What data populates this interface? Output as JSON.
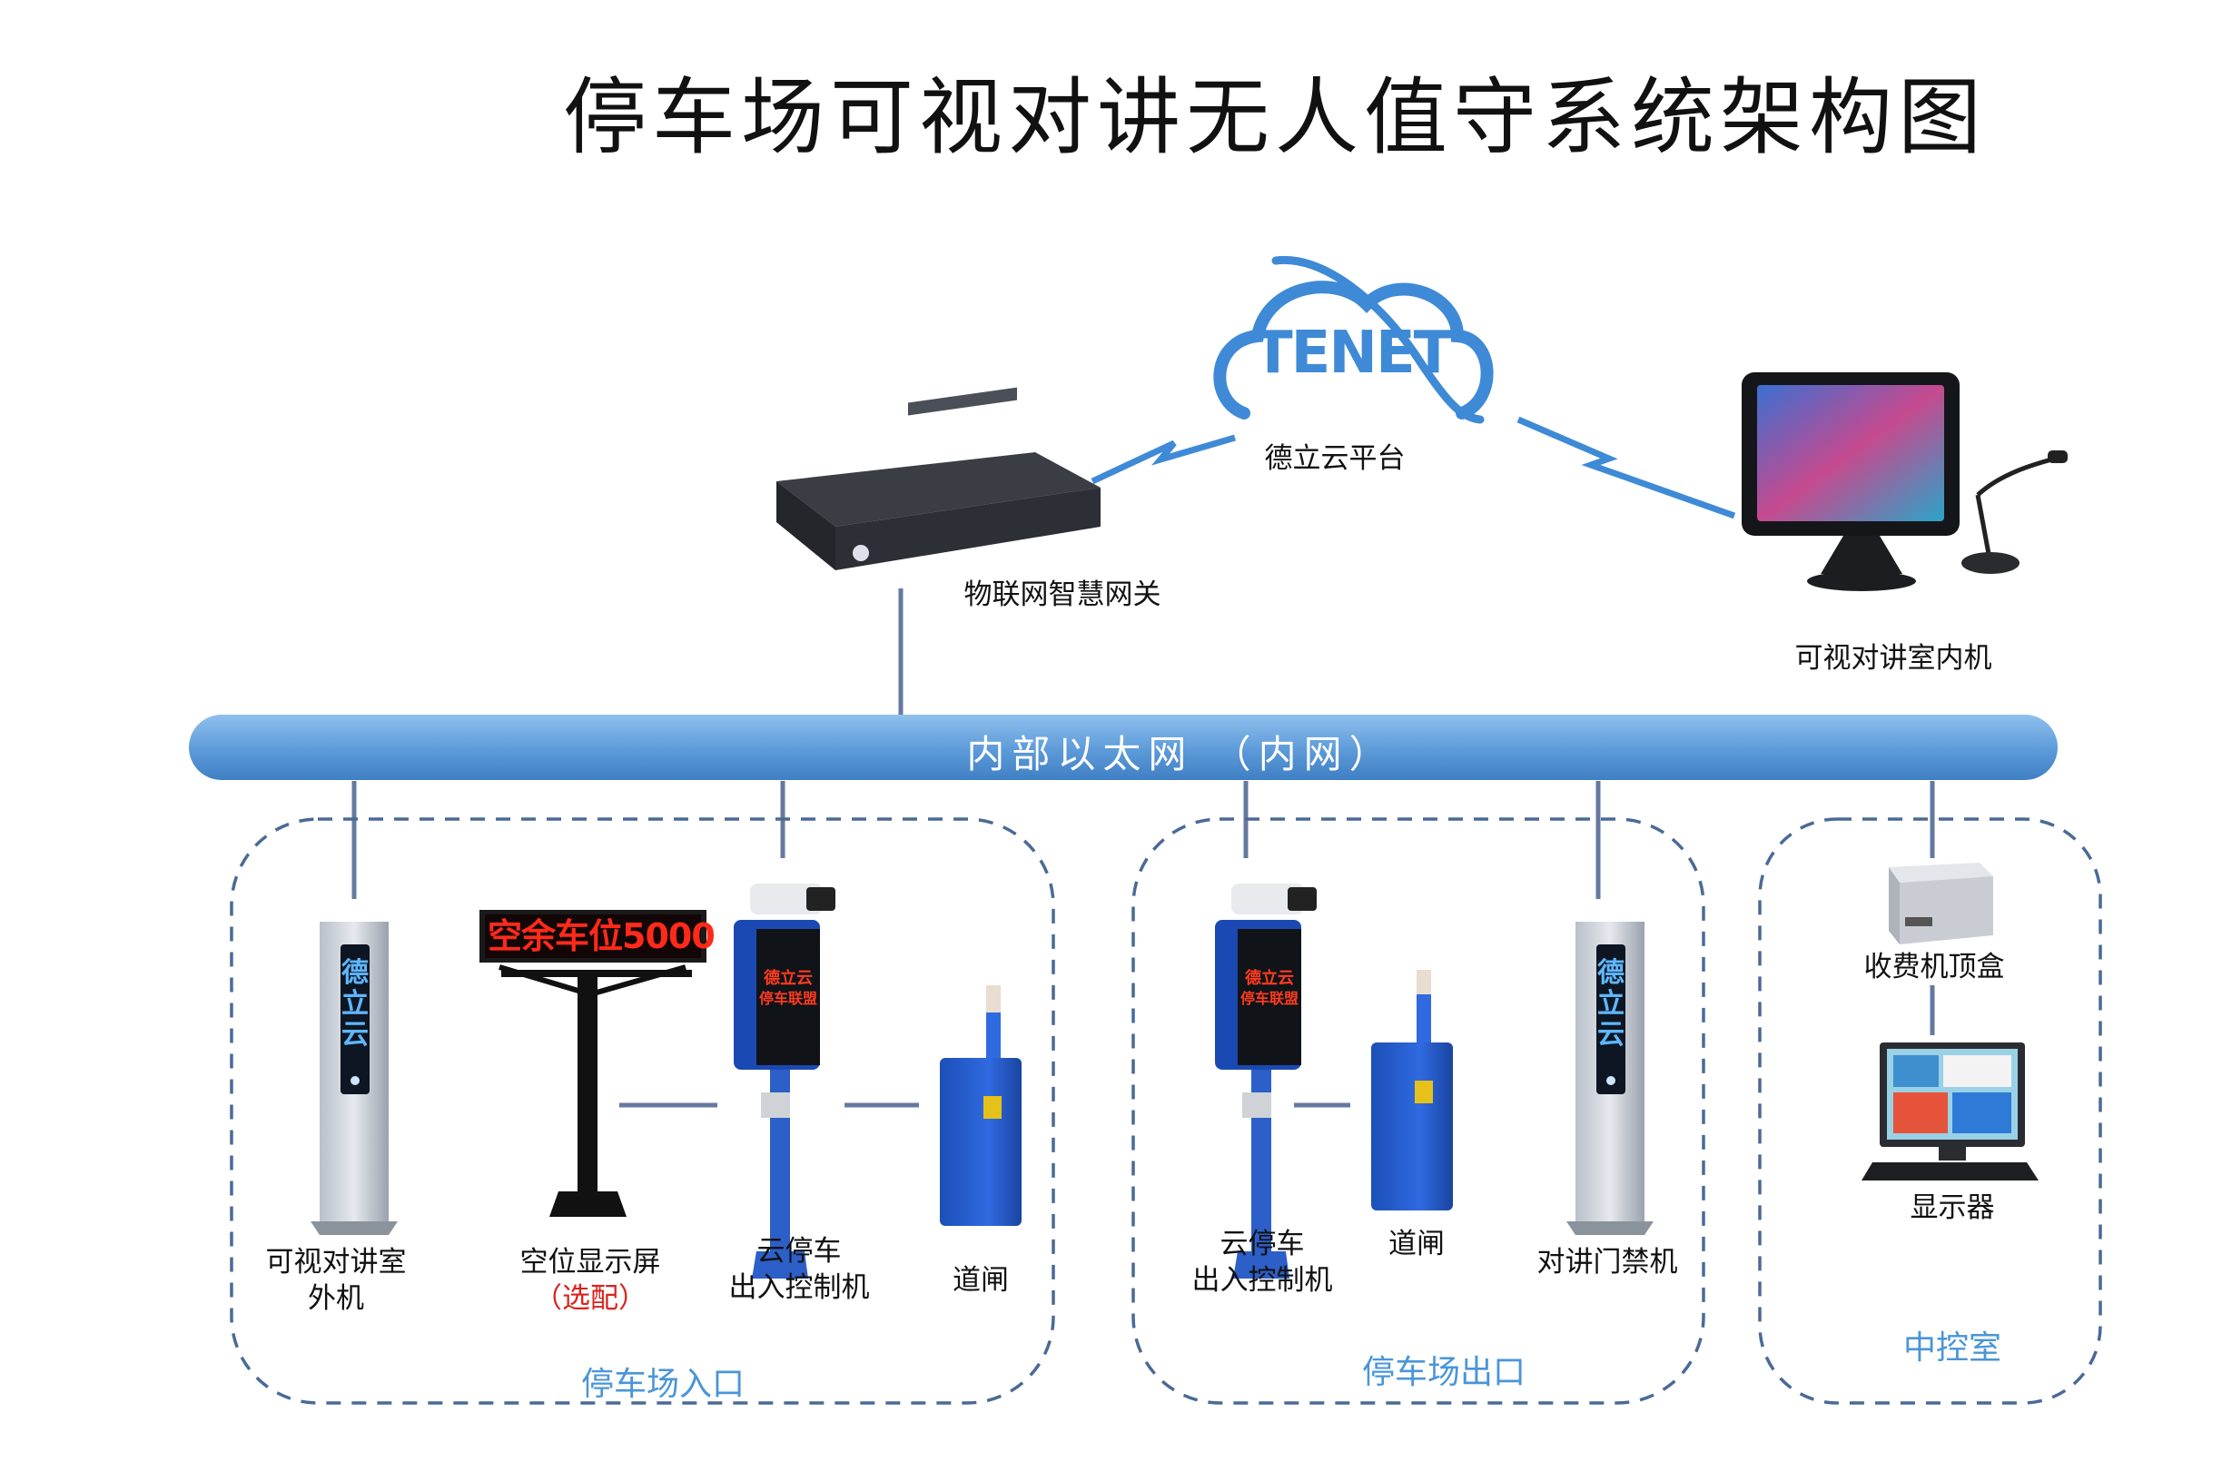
{
  "title": "停车场可视对讲无人值守系统架构图",
  "bus_label": "内部以太网 （内网）",
  "colors": {
    "accent_blue": "#4a95d8",
    "bus_blue": "#5c9ad8",
    "dashed_border": "#4a6a96",
    "highlight_red": "#d8231c"
  },
  "nodes": {
    "cloud": {
      "logo_text": "TENET",
      "label": "德立云平台",
      "icon": "cloud-icon"
    },
    "gateway": {
      "label": "物联网智慧网关",
      "icon": "gateway-device-icon"
    },
    "indoor_unit": {
      "label": "可视对讲室内机",
      "icon": "monitor-with-microphone-icon"
    }
  },
  "zones": {
    "entrance": {
      "label": "停车场入口",
      "devices": {
        "outdoor_unit": {
          "label_line1": "可视对讲室",
          "label_line2": "外机",
          "panel_text": [
            "德",
            "立",
            "云"
          ]
        },
        "space_display": {
          "label": "空位显示屏",
          "note": "（选配）",
          "led_text": "空余车位5000"
        },
        "cloud_controller": {
          "label_line1": "云停车",
          "label_line2": "出入控制机"
        },
        "barrier": {
          "label": "道闸"
        }
      }
    },
    "exit": {
      "label": "停车场出口",
      "devices": {
        "cloud_controller": {
          "label_line1": "云停车",
          "label_line2": "出入控制机"
        },
        "barrier": {
          "label": "道闸"
        },
        "access_control": {
          "label": "对讲门禁机",
          "panel_text": [
            "德",
            "立",
            "云"
          ]
        }
      }
    },
    "control_room": {
      "label": "中控室",
      "devices": {
        "settop_box": {
          "label": "收费机顶盒"
        },
        "display": {
          "label": "显示器"
        }
      }
    }
  }
}
